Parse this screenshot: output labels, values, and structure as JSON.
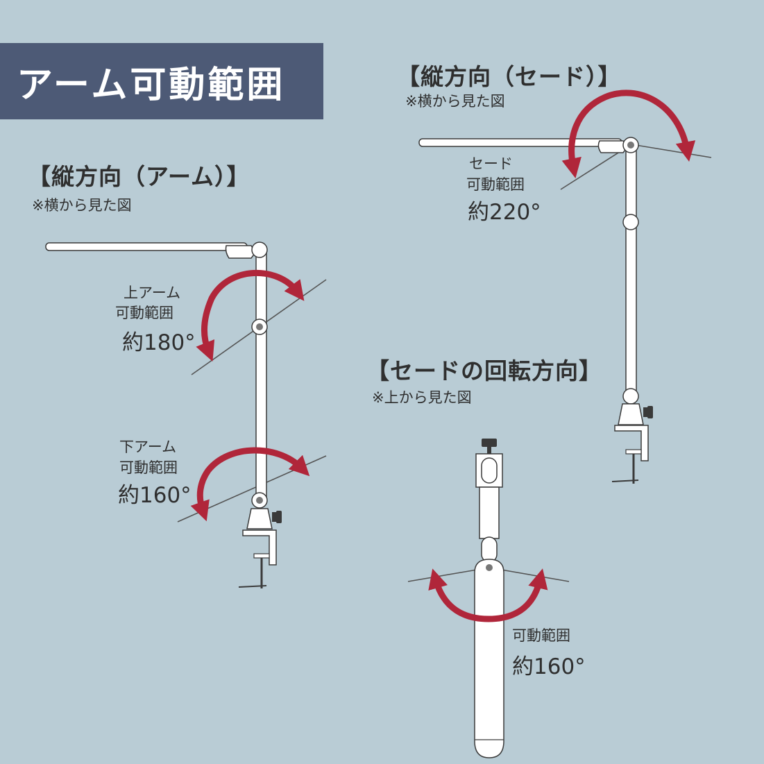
{
  "title": "アーム可動範囲",
  "sections": {
    "arm": {
      "heading": "【縦方向（アーム）】",
      "note": "※横から見た図",
      "upper": {
        "label1": "上アーム",
        "label2": "可動範囲",
        "angle": "約180°"
      },
      "lower": {
        "label1": "下アーム",
        "label2": "可動範囲",
        "angle": "約160°"
      }
    },
    "shade": {
      "heading": "【縦方向（セード）】",
      "note": "※横から見た図",
      "label1": "セード",
      "label2": "可動範囲",
      "angle": "約220°"
    },
    "rotation": {
      "heading": "【セードの回転方向】",
      "note": "※上から見た図",
      "label1": "可動範囲",
      "angle": "約160°"
    }
  },
  "colors": {
    "background": "#b9ccd5",
    "banner": "#4d5a76",
    "arrow": "#b0263a",
    "line": "#555555",
    "lamp": "#ffffff",
    "outline": "#3a3a3a"
  },
  "icons": [
    "curved-double-arrow-icon",
    "desk-lamp-illustration",
    "clamp-icon"
  ]
}
